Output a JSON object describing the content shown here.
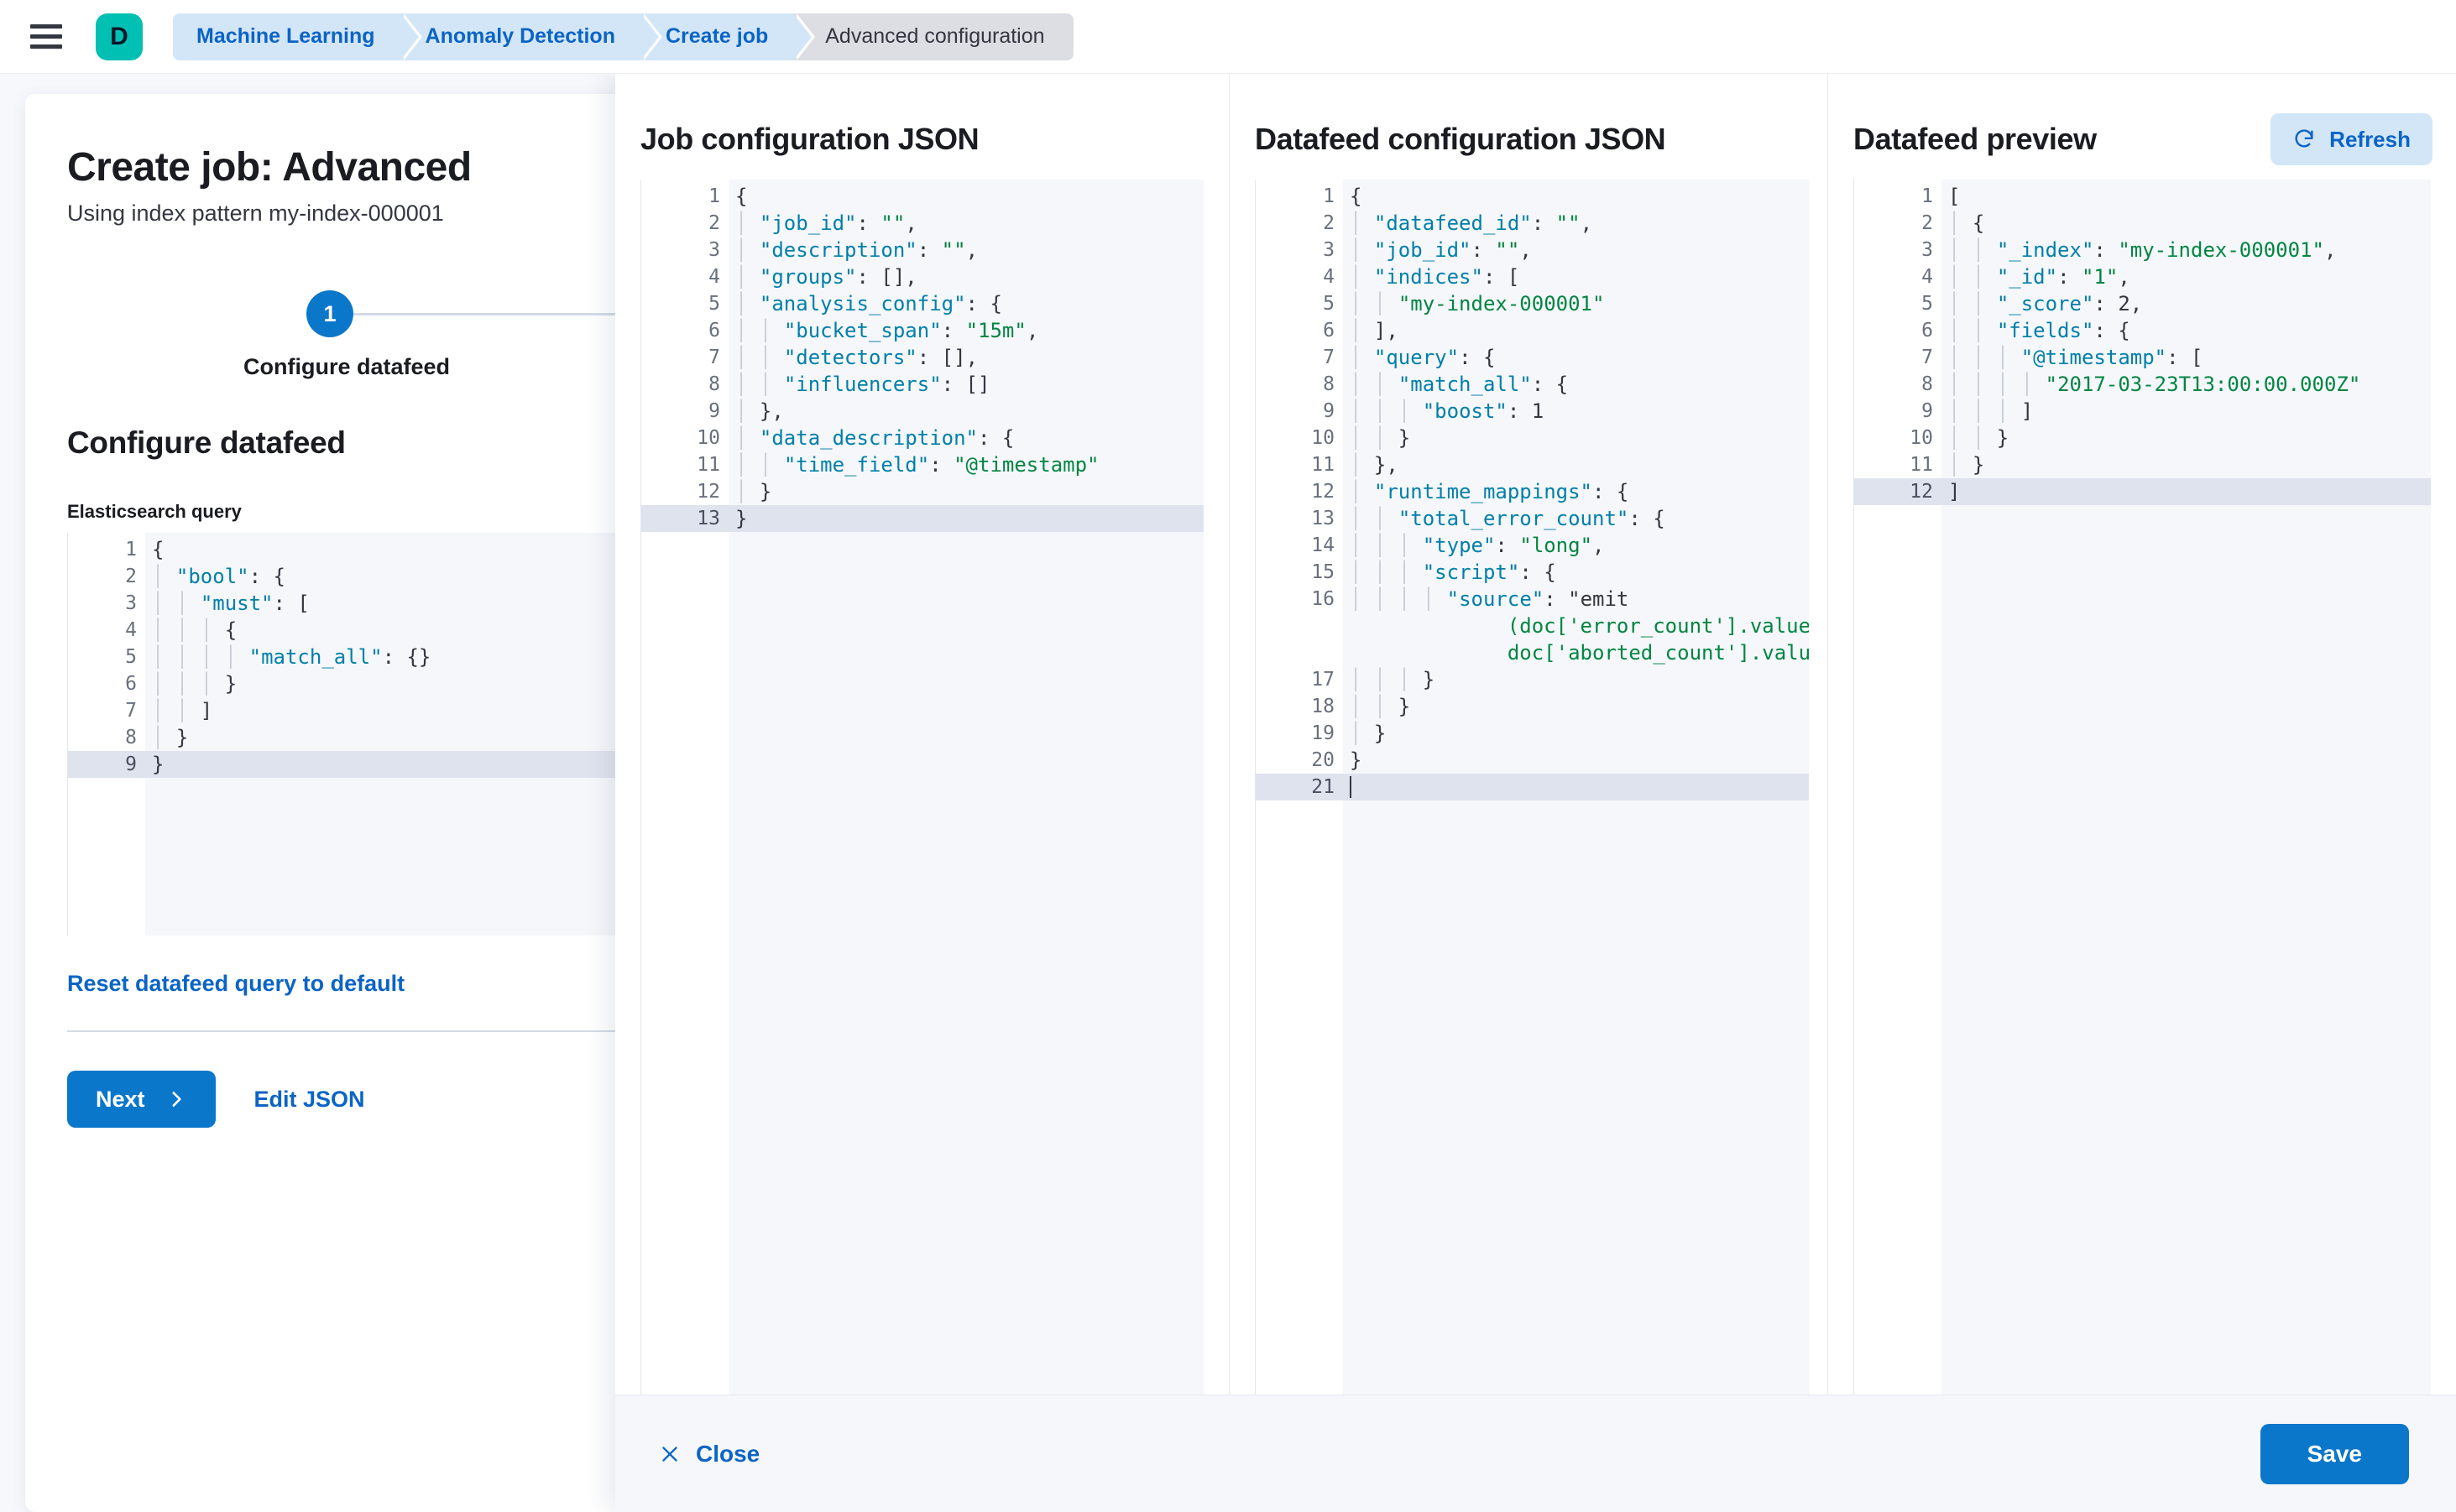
{
  "topbar": {
    "menu_icon": "hamburger-menu-icon",
    "deployment_initial": "D",
    "breadcrumbs": [
      {
        "label": "Machine Learning",
        "active": false
      },
      {
        "label": "Anomaly Detection",
        "active": false
      },
      {
        "label": "Create job",
        "active": false
      },
      {
        "label": "Advanced configuration",
        "active": true
      }
    ]
  },
  "page": {
    "title": "Create job: Advanced",
    "subtitle": "Using index pattern my-index-000001",
    "step_number": "1",
    "step_label": "Configure datafeed",
    "section_title": "Configure datafeed",
    "query_field_label": "Elasticsearch query",
    "reset_link": "Reset datafeed query to default",
    "next_label": "Next",
    "edit_json_label": "Edit JSON",
    "chevron_icon": "chevron-right-icon",
    "query_editor": {
      "active_line": 9,
      "lines": [
        {
          "n": "1",
          "fold": true,
          "text": "{"
        },
        {
          "n": "2",
          "fold": true,
          "text": "  \"bool\": {"
        },
        {
          "n": "3",
          "fold": true,
          "text": "    \"must\": ["
        },
        {
          "n": "4",
          "fold": true,
          "text": "      {"
        },
        {
          "n": "5",
          "fold": false,
          "text": "        \"match_all\": {}"
        },
        {
          "n": "6",
          "fold": false,
          "text": "      }"
        },
        {
          "n": "7",
          "fold": false,
          "text": "    ]"
        },
        {
          "n": "8",
          "fold": false,
          "text": "  }"
        },
        {
          "n": "9",
          "fold": false,
          "text": "}"
        }
      ]
    }
  },
  "flyout": {
    "panels": {
      "job_config": {
        "title": "Job configuration JSON",
        "active_line": 13,
        "lines": [
          {
            "n": "1",
            "fold": true,
            "text": "{"
          },
          {
            "n": "2",
            "fold": false,
            "text": "  \"job_id\": \"\","
          },
          {
            "n": "3",
            "fold": false,
            "text": "  \"description\": \"\","
          },
          {
            "n": "4",
            "fold": false,
            "text": "  \"groups\": [],"
          },
          {
            "n": "5",
            "fold": true,
            "text": "  \"analysis_config\": {"
          },
          {
            "n": "6",
            "fold": false,
            "text": "    \"bucket_span\": \"15m\","
          },
          {
            "n": "7",
            "fold": false,
            "text": "    \"detectors\": [],"
          },
          {
            "n": "8",
            "fold": false,
            "text": "    \"influencers\": []"
          },
          {
            "n": "9",
            "fold": false,
            "text": "  },"
          },
          {
            "n": "10",
            "fold": true,
            "text": "  \"data_description\": {"
          },
          {
            "n": "11",
            "fold": false,
            "text": "    \"time_field\": \"@timestamp\""
          },
          {
            "n": "12",
            "fold": false,
            "text": "  }"
          },
          {
            "n": "13",
            "fold": false,
            "text": "}"
          }
        ]
      },
      "datafeed_config": {
        "title": "Datafeed configuration JSON",
        "active_line": 21,
        "lines": [
          {
            "n": "1",
            "fold": true,
            "text": "{"
          },
          {
            "n": "2",
            "fold": false,
            "text": "  \"datafeed_id\": \"\","
          },
          {
            "n": "3",
            "fold": false,
            "text": "  \"job_id\": \"\","
          },
          {
            "n": "4",
            "fold": true,
            "text": "  \"indices\": ["
          },
          {
            "n": "5",
            "fold": false,
            "text": "    \"my-index-000001\""
          },
          {
            "n": "6",
            "fold": false,
            "text": "  ],"
          },
          {
            "n": "7",
            "fold": true,
            "text": "  \"query\": {"
          },
          {
            "n": "8",
            "fold": true,
            "text": "    \"match_all\": {"
          },
          {
            "n": "9",
            "fold": false,
            "text": "      \"boost\": 1"
          },
          {
            "n": "10",
            "fold": false,
            "text": "    }"
          },
          {
            "n": "11",
            "fold": false,
            "text": "  },"
          },
          {
            "n": "12",
            "fold": true,
            "text": "  \"runtime_mappings\": {"
          },
          {
            "n": "13",
            "fold": true,
            "text": "    \"total_error_count\": {"
          },
          {
            "n": "14",
            "fold": false,
            "text": "      \"type\": \"long\","
          },
          {
            "n": "15",
            "fold": true,
            "text": "      \"script\": {"
          },
          {
            "n": "16",
            "fold": false,
            "text": "        \"source\": \"emit(doc['error_count'].value + doc['aborted_count'].value)\""
          },
          {
            "n": "17",
            "fold": false,
            "text": "      }"
          },
          {
            "n": "18",
            "fold": false,
            "text": "    }"
          },
          {
            "n": "19",
            "fold": false,
            "text": "  }"
          },
          {
            "n": "20",
            "fold": false,
            "text": "}"
          },
          {
            "n": "21",
            "fold": false,
            "text": ""
          }
        ]
      },
      "datafeed_preview": {
        "title": "Datafeed preview",
        "refresh_label": "Refresh",
        "refresh_icon": "refresh-icon",
        "active_line": 12,
        "lines": [
          {
            "n": "1",
            "fold": true,
            "text": "["
          },
          {
            "n": "2",
            "fold": true,
            "text": "  {"
          },
          {
            "n": "3",
            "fold": false,
            "text": "    \"_index\": \"my-index-000001\","
          },
          {
            "n": "4",
            "fold": false,
            "text": "    \"_id\": \"1\","
          },
          {
            "n": "5",
            "fold": false,
            "text": "    \"_score\": 2,"
          },
          {
            "n": "6",
            "fold": true,
            "text": "    \"fields\": {"
          },
          {
            "n": "7",
            "fold": true,
            "text": "      \"@timestamp\": ["
          },
          {
            "n": "8",
            "fold": false,
            "text": "        \"2017-03-23T13:00:00.000Z\""
          },
          {
            "n": "9",
            "fold": false,
            "text": "      ]"
          },
          {
            "n": "10",
            "fold": false,
            "text": "    }"
          },
          {
            "n": "11",
            "fold": false,
            "text": "  }"
          },
          {
            "n": "12",
            "fold": false,
            "text": "]"
          }
        ]
      }
    },
    "footer": {
      "close_label": "Close",
      "close_icon": "close-x-icon",
      "save_label": "Save"
    }
  },
  "colors": {
    "primary": "#0b77ca",
    "link": "#0b64c5",
    "accent_teal": "#00bfb3",
    "crumb_bg": "#d3e6f7",
    "crumb_active_bg": "#dcdee3",
    "editor_bg": "#f5f7fa",
    "active_line": "#dfe3ee",
    "json_key": "#007faa",
    "json_string": "#018541"
  }
}
